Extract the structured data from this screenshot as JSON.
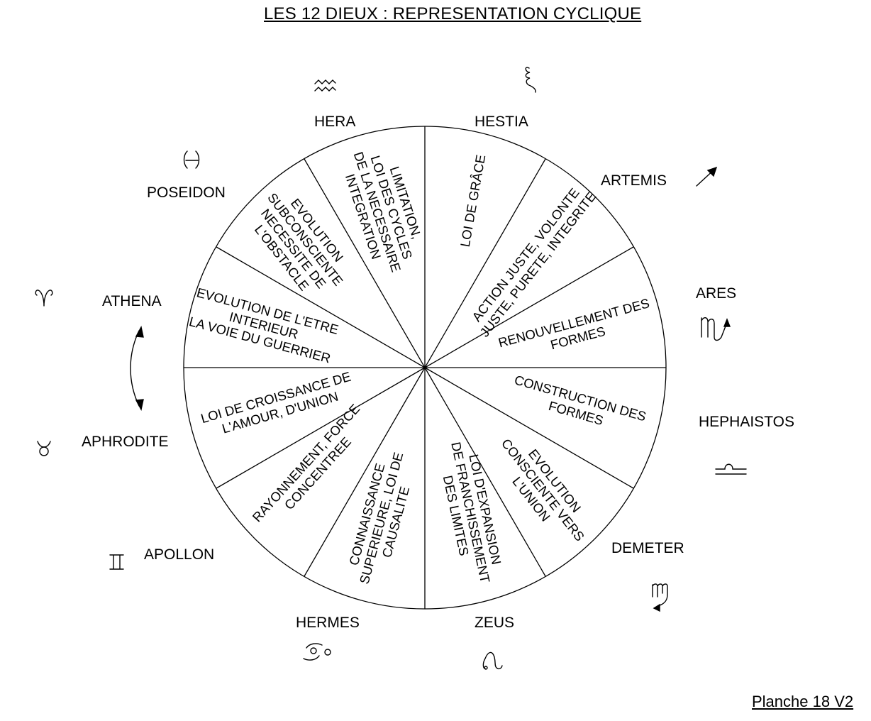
{
  "title": "LES 12 DIEUX : REPRESENTATION CYCLIQUE",
  "footer": "Planche 18 V2",
  "gods": [
    {
      "name": "HERA",
      "sign": "aquarius",
      "glyph": "♒"
    },
    {
      "name": "HESTIA",
      "sign": "capricorn",
      "glyph": "♑"
    },
    {
      "name": "ARTEMIS",
      "sign": "sagittarius",
      "glyph": "♐"
    },
    {
      "name": "ARES",
      "sign": "scorpio",
      "glyph": "♏"
    },
    {
      "name": "HEPHAISTOS",
      "sign": "libra",
      "glyph": "♎"
    },
    {
      "name": "DEMETER",
      "sign": "virgo",
      "glyph": "♍"
    },
    {
      "name": "ZEUS",
      "sign": "leo",
      "glyph": "♌"
    },
    {
      "name": "HERMES",
      "sign": "cancer",
      "glyph": "♋"
    },
    {
      "name": "APOLLON",
      "sign": "gemini",
      "glyph": "♊"
    },
    {
      "name": "APHRODITE",
      "sign": "taurus",
      "glyph": "♉"
    },
    {
      "name": "ATHENA",
      "sign": "aries",
      "glyph": "♈"
    },
    {
      "name": "POSEIDON",
      "sign": "pisces",
      "glyph": "♓"
    }
  ],
  "segments": [
    {
      "id": "hestia",
      "lines": [
        "LOI DE GRÂCE"
      ]
    },
    {
      "id": "artemis",
      "lines": [
        "ACTION JUSTE, VOLONTE",
        "JUSTE, PURETE, INTEGRITE"
      ]
    },
    {
      "id": "ares",
      "lines": [
        "RENOUVELLEMENT DES",
        "FORMES"
      ]
    },
    {
      "id": "hephaistos",
      "lines": [
        "CONSTRUCTION  DES",
        "FORMES"
      ]
    },
    {
      "id": "demeter",
      "lines": [
        "EVOLUTION",
        "CONSCIENTE VERS",
        "L'UNION"
      ]
    },
    {
      "id": "zeus",
      "lines": [
        "LOI D'EXPANSION",
        "DE FRANCHISSEMENT",
        "DES LIMITES"
      ]
    },
    {
      "id": "hermes",
      "lines": [
        "CONNAISSANCE",
        "SUPERIEURE, LOI DE",
        "CAUSALITE"
      ]
    },
    {
      "id": "apollon",
      "lines": [
        "RAYONNEMENT, FORCE",
        "CONCENTREE"
      ]
    },
    {
      "id": "aphrodite",
      "lines": [
        "LOI DE CROISSANCE DE",
        "L'AMOUR,  D'UNION"
      ]
    },
    {
      "id": "athena",
      "lines": [
        "EVOLUTION DE L'ETRE",
        "INTERIEUR",
        "LA VOIE DU GUERRIER"
      ]
    },
    {
      "id": "poseidon",
      "lines": [
        "EVOLUTION",
        "SUBCONSCIENTE",
        "NECESSITE DE",
        "L'OBSTACLE"
      ]
    },
    {
      "id": "hera",
      "lines": [
        "LIMITATION,",
        "LOI DES CYCLES",
        "DE LA NECESSAIRE",
        "INTEGRATION"
      ]
    }
  ]
}
